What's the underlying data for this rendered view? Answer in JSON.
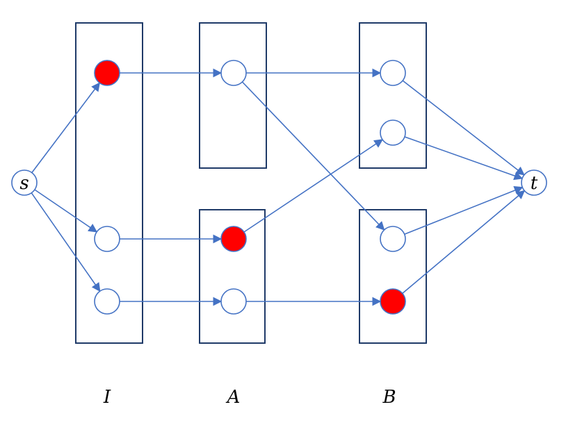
{
  "colors": {
    "edge": "#4472c4",
    "box": "#1f3a68",
    "highlighted_node": "#ff0000",
    "plain_node": "#ffffff"
  },
  "groups": [
    {
      "id": "I",
      "label": "I"
    },
    {
      "id": "A_top",
      "label": ""
    },
    {
      "id": "A_bottom",
      "label": "A"
    },
    {
      "id": "B_top",
      "label": ""
    },
    {
      "id": "B_bottom",
      "label": "B"
    }
  ],
  "nodes": [
    {
      "id": "s",
      "label": "s",
      "highlighted": false
    },
    {
      "id": "t",
      "label": "t",
      "highlighted": false
    },
    {
      "id": "i1",
      "label": "",
      "highlighted": true
    },
    {
      "id": "i2",
      "label": "",
      "highlighted": false
    },
    {
      "id": "i3",
      "label": "",
      "highlighted": false
    },
    {
      "id": "a1",
      "label": "",
      "highlighted": false
    },
    {
      "id": "a2",
      "label": "",
      "highlighted": true
    },
    {
      "id": "a3",
      "label": "",
      "highlighted": false
    },
    {
      "id": "b1",
      "label": "",
      "highlighted": false
    },
    {
      "id": "b2",
      "label": "",
      "highlighted": false
    },
    {
      "id": "b3",
      "label": "",
      "highlighted": false
    },
    {
      "id": "b4",
      "label": "",
      "highlighted": true
    }
  ],
  "edges": [
    {
      "from": "s",
      "to": "i1"
    },
    {
      "from": "s",
      "to": "i2"
    },
    {
      "from": "s",
      "to": "i3"
    },
    {
      "from": "i1",
      "to": "a1"
    },
    {
      "from": "i2",
      "to": "a2"
    },
    {
      "from": "i3",
      "to": "a3"
    },
    {
      "from": "a1",
      "to": "b1"
    },
    {
      "from": "a1",
      "to": "b3"
    },
    {
      "from": "a2",
      "to": "b2"
    },
    {
      "from": "a3",
      "to": "b4"
    },
    {
      "from": "b1",
      "to": "t"
    },
    {
      "from": "b2",
      "to": "t"
    },
    {
      "from": "b3",
      "to": "t"
    },
    {
      "from": "b4",
      "to": "t"
    }
  ]
}
